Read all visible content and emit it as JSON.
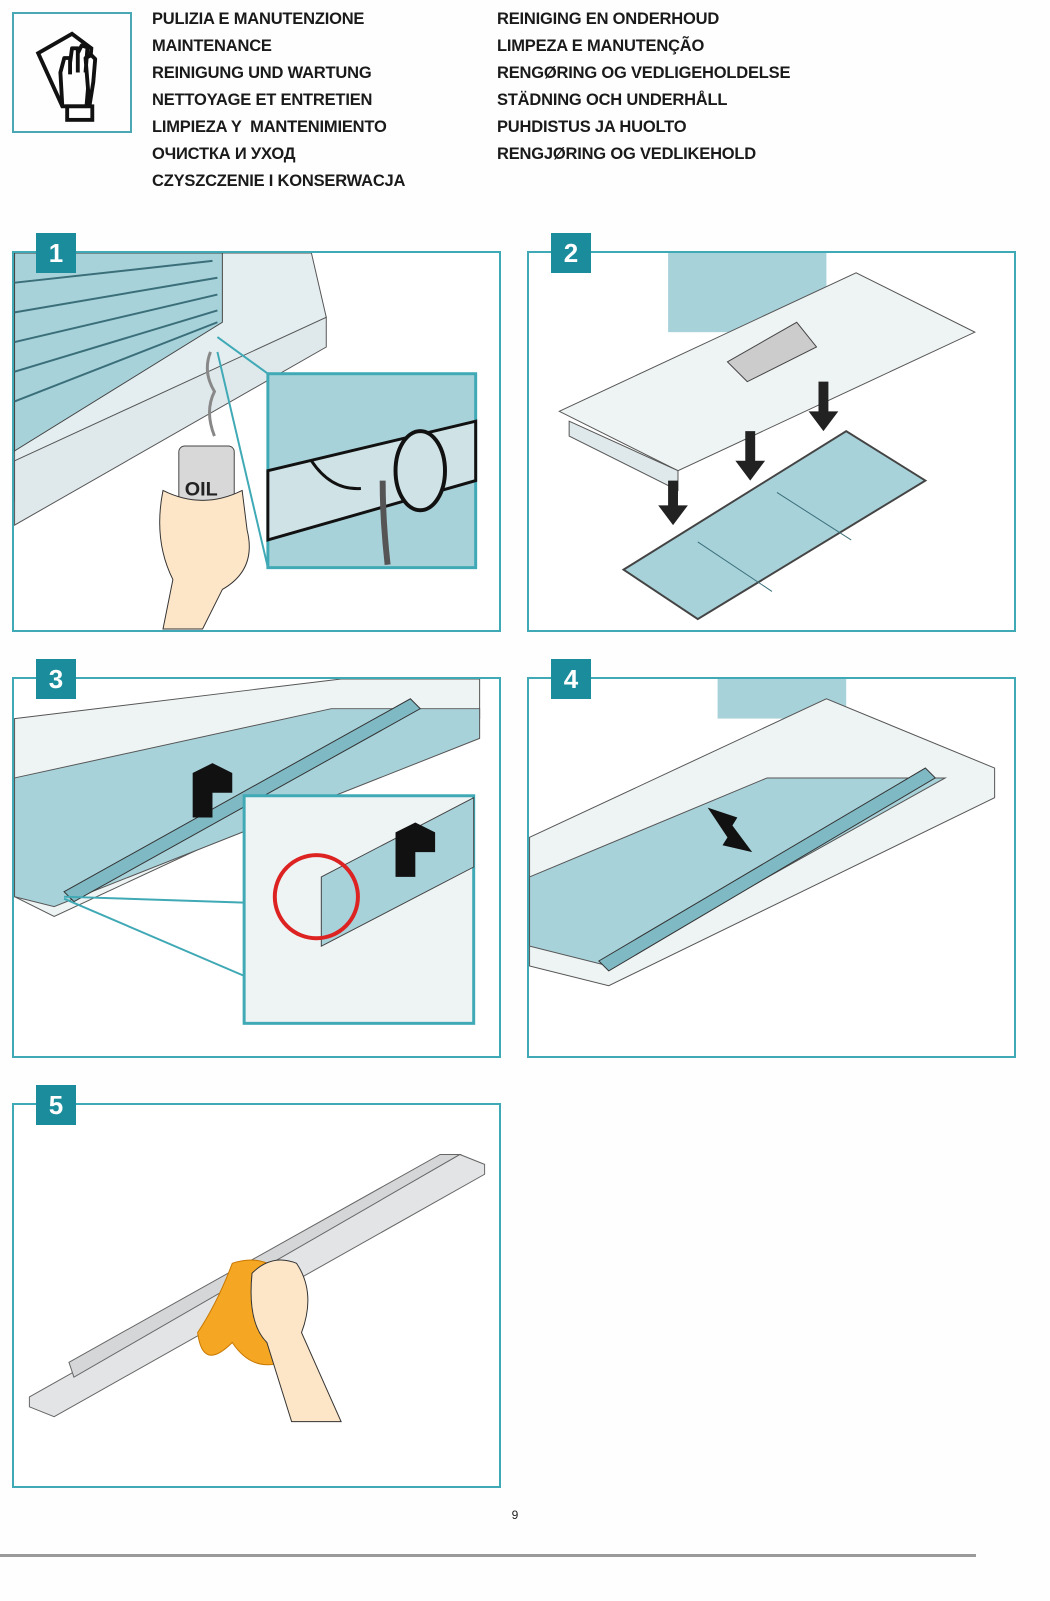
{
  "header": {
    "titles_left": [
      "PULIZIA E MANUTENZIONE",
      "MAINTENANCE",
      "REINIGUNG UND WARTUNG",
      "NETTOYAGE ET ENTRETIEN",
      "LIMPIEZA Y  MANTENIMIENTO",
      "ОЧИСТКА И УХОД",
      "CZYSZCZENIE I KONSERWACJA"
    ],
    "titles_right": [
      "REINIGING EN ONDERHOUD",
      "LIMPEZA E MANUTENÇÃO",
      "RENGØRING OG VEDLIGEHOLDELSE",
      "STÄDNING OCH UNDERHÅLL",
      "PUHDISTUS JA HUOLTO",
      "RENGJØRING OG VEDLIKEHOLD"
    ],
    "icon": "hand-with-cloth-icon"
  },
  "steps": [
    {
      "number": "1",
      "label_oil": "OIL"
    },
    {
      "number": "2"
    },
    {
      "number": "3"
    },
    {
      "number": "4"
    },
    {
      "number": "5"
    }
  ],
  "colors": {
    "accent": "#1b8c9c",
    "border": "#3fa9b5",
    "metal_blue": "#a8d2da",
    "cloth": "#f5a623"
  },
  "footer": {
    "page_number": "9"
  }
}
